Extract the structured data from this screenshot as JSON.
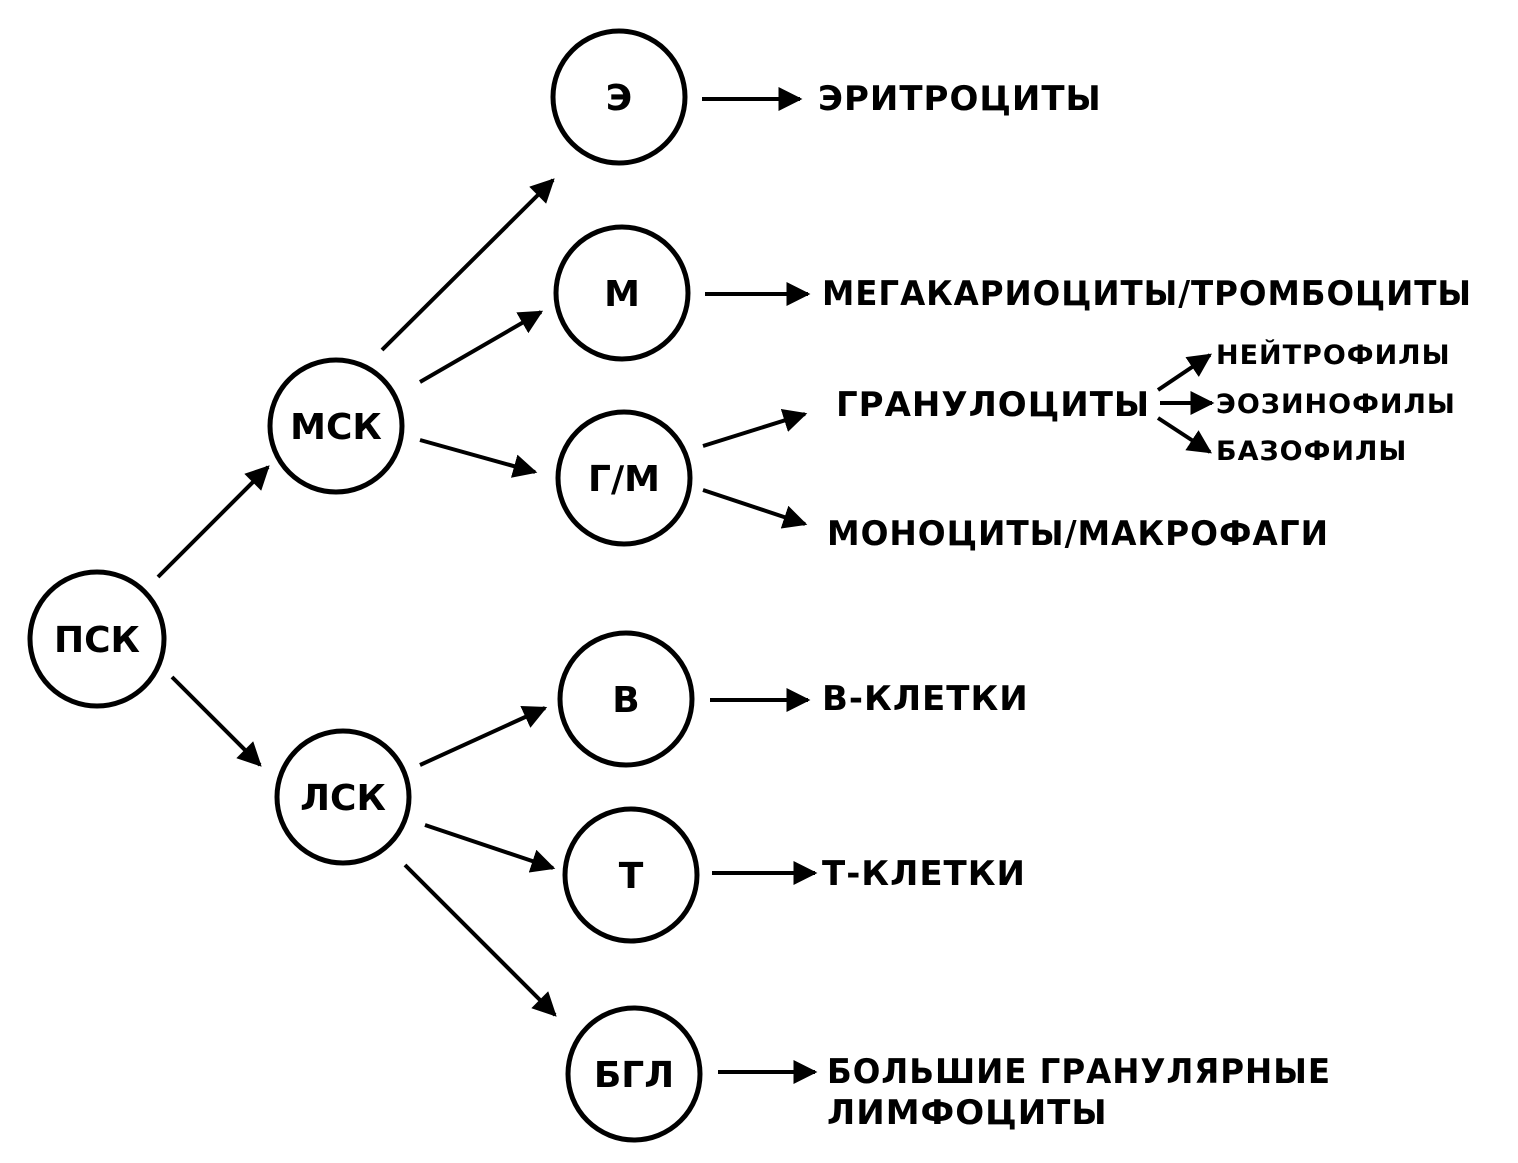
{
  "nodes": {
    "psk": "ПСК",
    "msk": "МСК",
    "lsk": "ЛСК",
    "e": "Э",
    "m": "М",
    "gm": "Г/М",
    "b": "В",
    "t": "Т",
    "bgl": "БГЛ"
  },
  "outputs": {
    "erythrocytes": "ЭРИТРОЦИТЫ",
    "megakaryocytes": "МЕГАКАРИОЦИТЫ/ТРОМБОЦИТЫ",
    "granulocytes": "ГРАНУЛОЦИТЫ",
    "monocytes": "МОНОЦИТЫ/МАКРОФАГИ",
    "b_cells": "В-КЛЕТКИ",
    "t_cells": "Т-КЛЕТКИ",
    "lgl_line1": "БОЛЬШИЕ ГРАНУЛЯРНЫЕ",
    "lgl_line2": "ЛИМФОЦИТЫ"
  },
  "granulocyte_types": {
    "neutrophils": "НЕЙТРОФИЛЫ",
    "eosinophils": "ЭОЗИНОФИЛЫ",
    "basophils": "БАЗОФИЛЫ"
  },
  "colors": {
    "ink": "#000000",
    "background": "#ffffff"
  }
}
